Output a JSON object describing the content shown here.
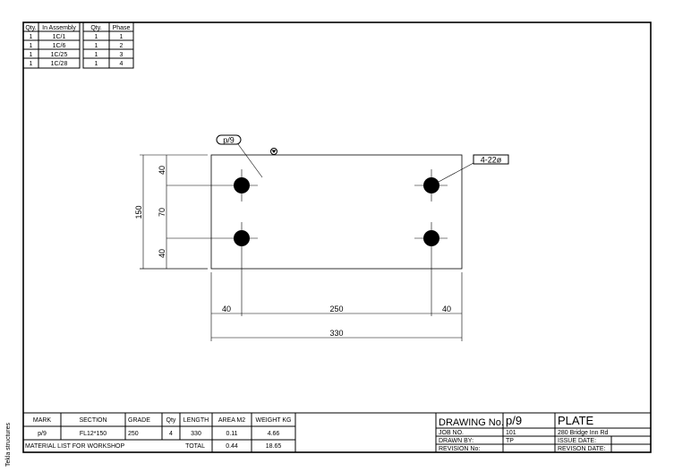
{
  "side_label": "Tekla structures",
  "assembly_table": {
    "headers": [
      "Qty.",
      "In Assembly"
    ],
    "rows": [
      [
        "1",
        "1C/1"
      ],
      [
        "1",
        "1C/6"
      ],
      [
        "1",
        "1C/25"
      ],
      [
        "1",
        "1C/28"
      ]
    ]
  },
  "phase_table": {
    "headers": [
      "Qty.",
      "Phase"
    ],
    "rows": [
      [
        "1",
        "1"
      ],
      [
        "1",
        "2"
      ],
      [
        "1",
        "3"
      ],
      [
        "1",
        "4"
      ]
    ]
  },
  "drawing": {
    "part_mark": "p/9",
    "hole_label": "4-22ø",
    "dim_height_total": "150",
    "dim_height_parts": [
      "40",
      "70",
      "40"
    ],
    "dim_width_parts": [
      "40",
      "250",
      "40"
    ],
    "dim_width_total": "330"
  },
  "material_list": {
    "headers": [
      "MARK",
      "SECTION",
      "GRADE",
      "Qty",
      "LENGTH",
      "AREA M2",
      "WEIGHT KG"
    ],
    "row": [
      "p/9",
      "FL12*150",
      "250",
      "4",
      "330",
      "0.11",
      "4.66"
    ],
    "footer_label": "MATERIAL LIST FOR WORKSHOP",
    "total_label": "TOTAL",
    "total_area": "0.44",
    "total_weight": "18.65"
  },
  "title_block": {
    "drawing_no_label": "DRAWING No.",
    "drawing_no": "p/9",
    "title": "PLATE",
    "job_no_label": "JOB NO.",
    "job_no": "101",
    "address": "280 Bridge Inn Rd",
    "drawn_by_label": "DRAWN BY:",
    "drawn_by": "TP",
    "issue_date_label": "ISSUE DATE:",
    "revision_no_label": "REVISION No:",
    "revision_date_label": "REVISON DATE:"
  }
}
